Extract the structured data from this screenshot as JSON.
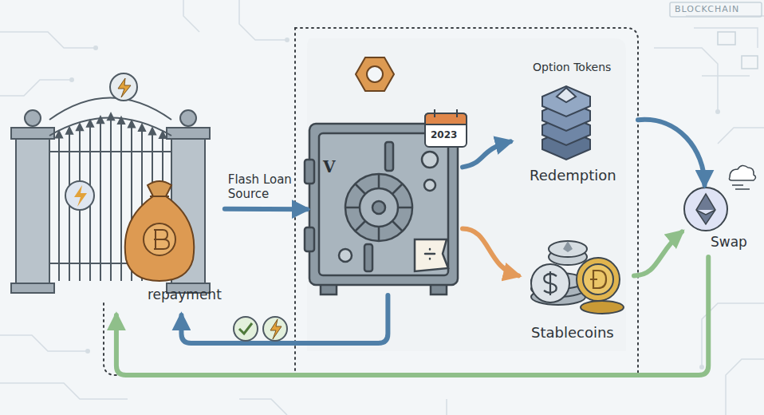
{
  "diagram": {
    "nodes": [
      {
        "text": [
          "repayment"
        ]
      },
      {
        "text": [
          "V"
        ]
      },
      {
        "text": [
          "Option Tokens",
          "Redemption"
        ]
      },
      {
        "text": [
          "Stablecoins"
        ]
      },
      {
        "text": [
          "Swap"
        ]
      }
    ],
    "edges": [
      {
        "from": 0,
        "to": 1,
        "label": "Flash Loan Source",
        "arrow": "to"
      },
      {
        "from": 1,
        "to": 2,
        "arrow": "to"
      },
      {
        "from": 1,
        "to": 3,
        "arrow": "to"
      },
      {
        "from": 2,
        "to": 4,
        "arrow": "to"
      },
      {
        "from": 3,
        "to": 4,
        "arrow": "to"
      },
      {
        "from": 1,
        "to": 0,
        "arrow": "to"
      },
      {
        "from": 4,
        "to": 0,
        "arrow": "to"
      }
    ],
    "labels": [
      "BLOCKCHAIN",
      "2023"
    ]
  }
}
